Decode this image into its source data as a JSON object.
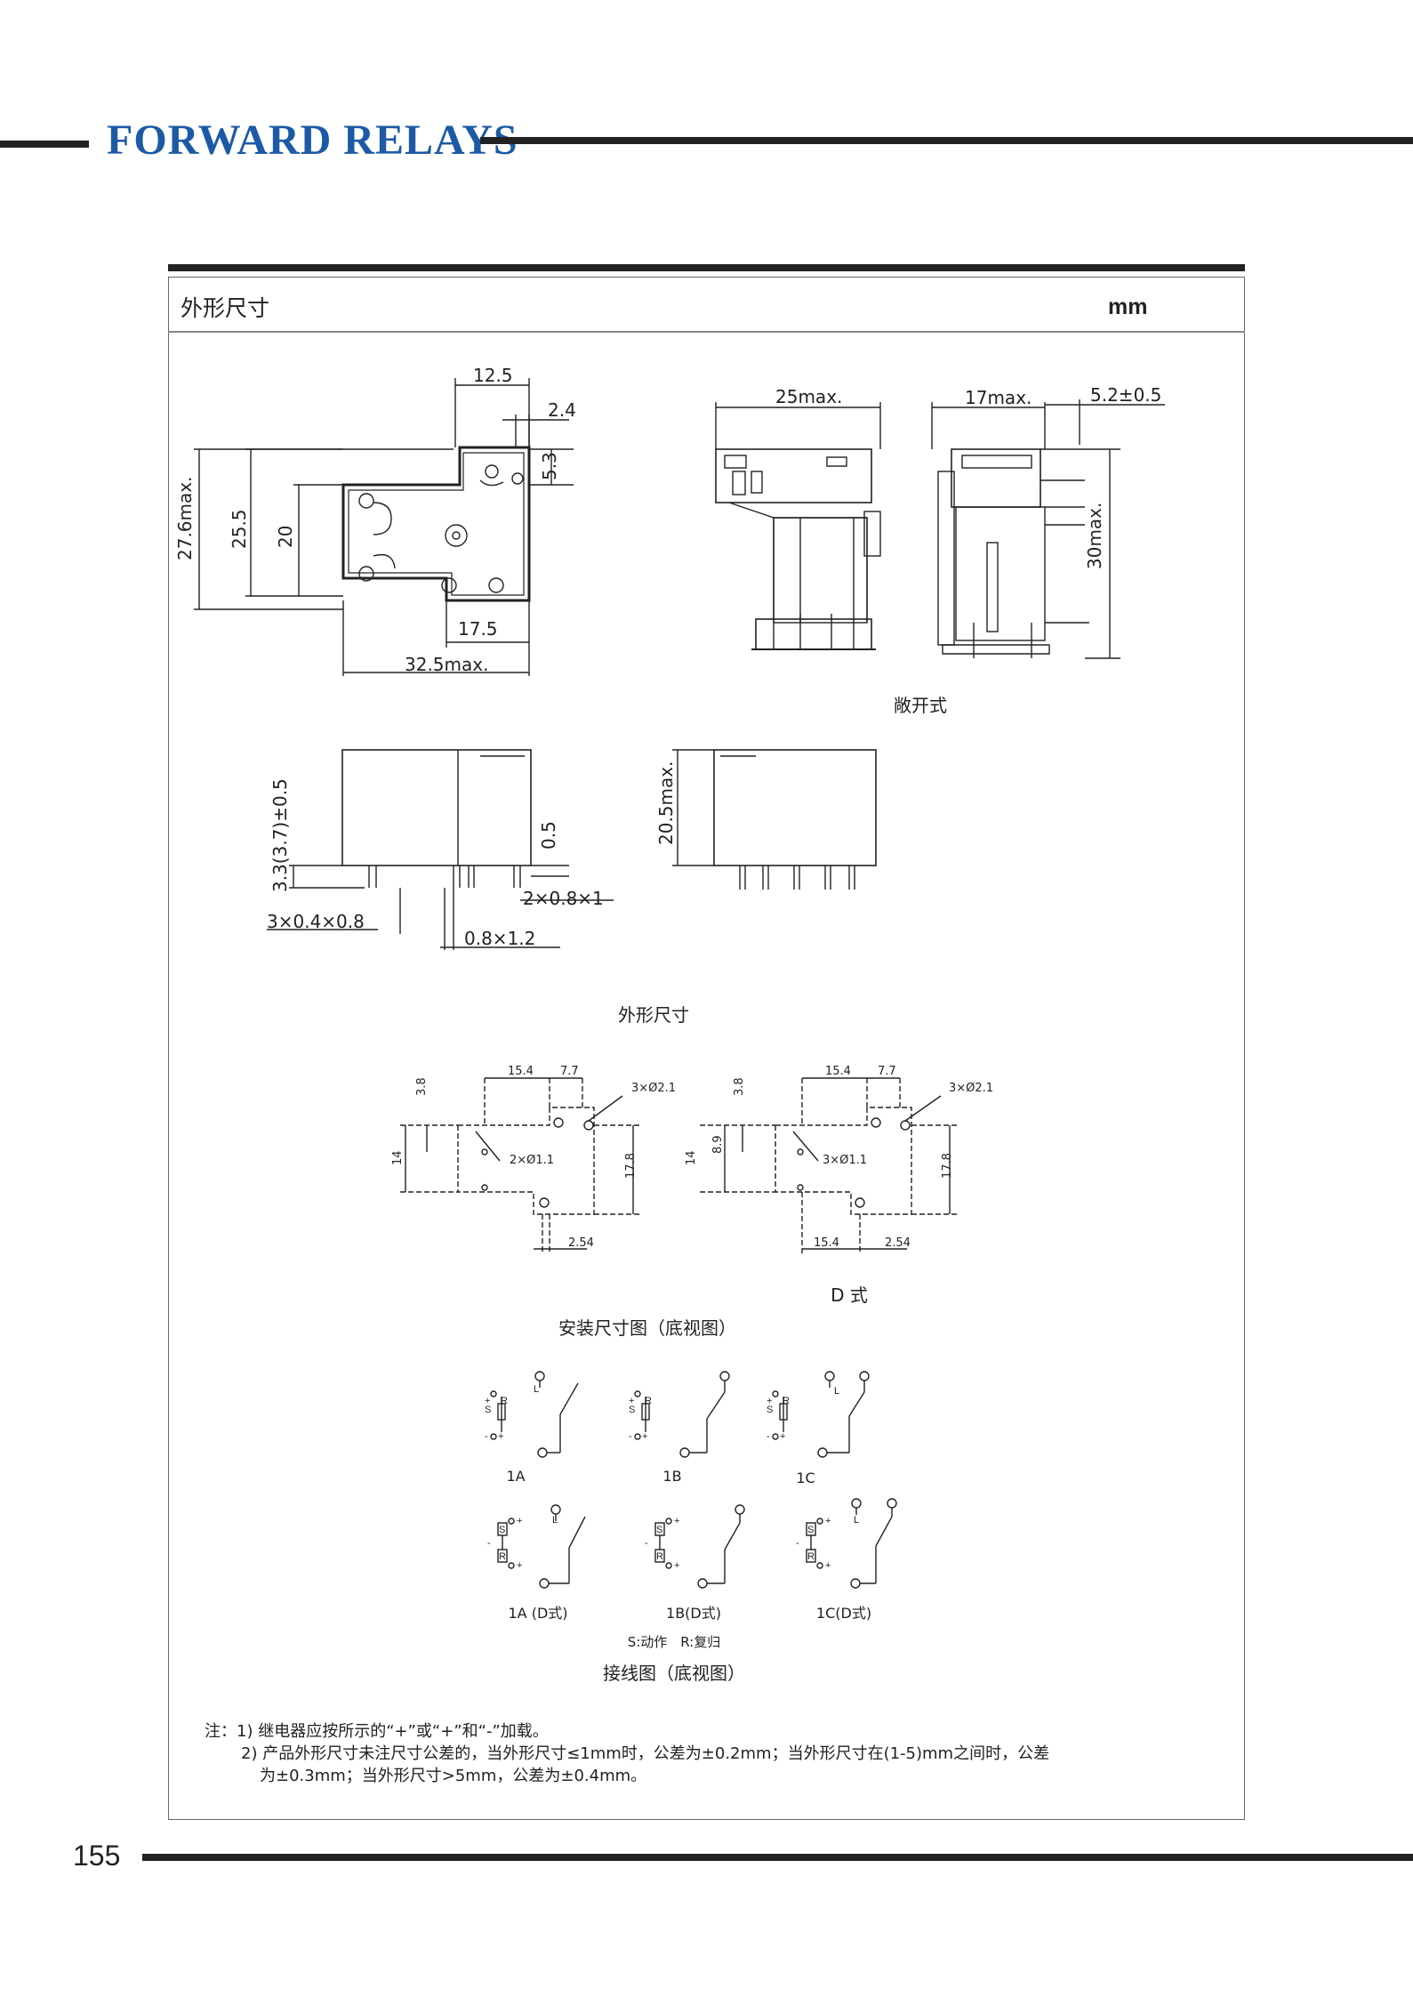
{
  "header": {
    "title": "FORWARD RELAYS"
  },
  "section": {
    "title": "外形尺寸",
    "unit": "mm"
  },
  "dims": {
    "top_view": [
      "12.5",
      "2.4",
      "5.3",
      "27.6max.",
      "25.5",
      "20",
      "17.5",
      "32.5max."
    ],
    "open_type": [
      "25max.",
      "17max.",
      "5.2±0.5",
      "30max."
    ],
    "side_view": [
      "3.3(3.7)±0.5",
      "0.5",
      "2×0.8×1",
      "3×0.4×0.8",
      "0.8×1.2",
      "20.5max."
    ],
    "mount_std": [
      "15.4",
      "7.7",
      "3×Ø2.1",
      "3.8",
      "2×Ø1.1",
      "14",
      "17.8",
      "2.54"
    ],
    "mount_d": [
      "15.4",
      "7.7",
      "3×Ø2.1",
      "3.8",
      "8.9",
      "3×Ø1.1",
      "14",
      "17.8",
      "15.4",
      "2.54"
    ]
  },
  "captions": {
    "open_type": "敞开式",
    "outline": "外形尺寸",
    "d_type": "D 式",
    "mounting": "安装尺寸图（底视图）",
    "wiring": "接线图（底视图）",
    "legend": "S:动作　R:复归"
  },
  "wiring_labels": [
    "1A",
    "1B",
    "1C",
    "1A (D式)",
    "1B(D式)",
    "1C(D式)"
  ],
  "notes": [
    "注：1) 继电器应按所示的“+”或“+”和“-”加载。",
    "2) 产品外形尺寸未注尺寸公差的，当外形尺寸≤1mm时，公差为±0.2mm；当外形尺寸在(1-5)mm之间时，公差",
    "为±0.3mm；当外形尺寸>5mm，公差为±0.4mm。"
  ],
  "page_number": "155"
}
